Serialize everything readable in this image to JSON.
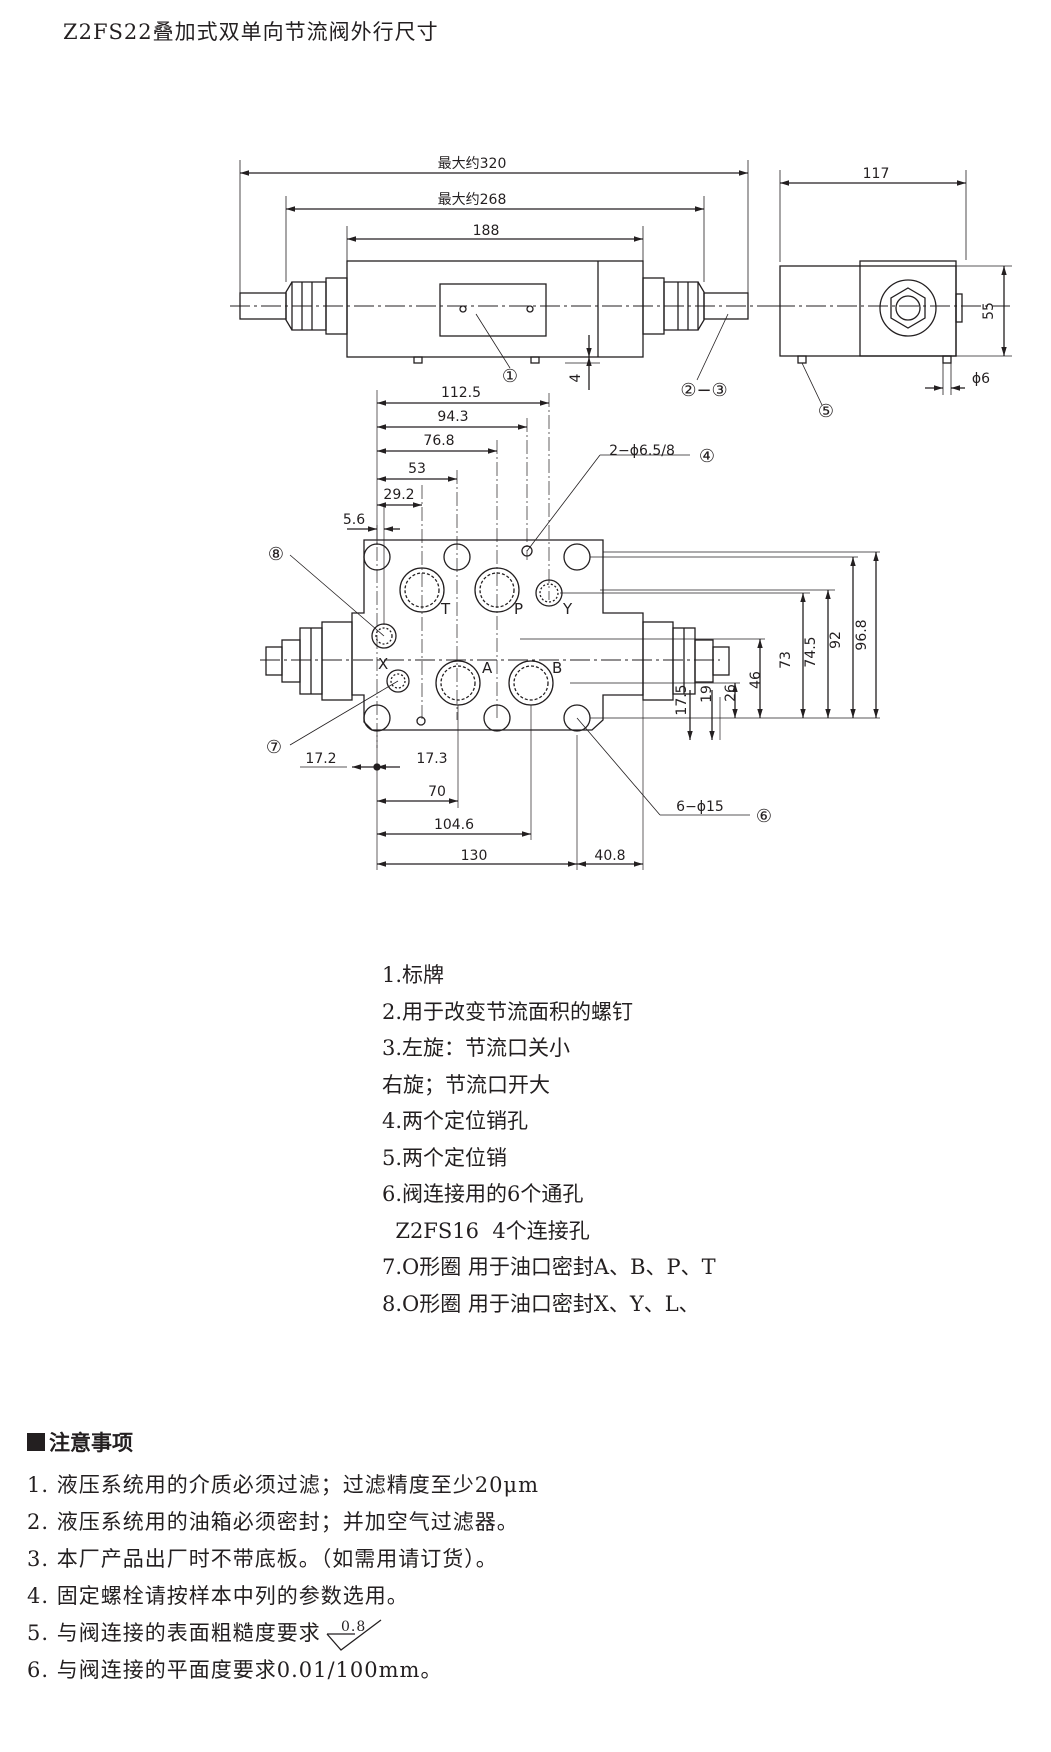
{
  "title": "Z2FS22叠加式双单向节流阀外行尺寸",
  "dimensions": {
    "max320": "最大约320",
    "max268": "最大约268",
    "d188": "188",
    "d117": "117",
    "d55": "55",
    "d4": "4",
    "phi6": "ϕ6",
    "d112_5": "112.5",
    "d94_3": "94.3",
    "d76_8": "76.8",
    "d53": "53",
    "d29_2": "29.2",
    "d5_6": "5.6",
    "holes_pin": "2−ϕ6.5/8",
    "d17_2": "17.2",
    "d17_3": "17.3",
    "d70": "70",
    "d104_6": "104.6",
    "d130": "130",
    "d40_8": "40.8",
    "holes_through": "6−ϕ15",
    "v17_5": "17.5",
    "v19": "19",
    "v26": "26",
    "v46": "46",
    "v73": "73",
    "v74_5": "74.5",
    "v92": "92",
    "v96_8": "96.8"
  },
  "port_labels": {
    "T": "T",
    "P": "P",
    "Y": "Y",
    "X": "X",
    "A": "A",
    "B": "B"
  },
  "callouts": {
    "c1": "①",
    "c23": "②−③",
    "c4": "④",
    "c5": "⑤",
    "c6": "⑥",
    "c7": "⑦",
    "c8": "⑧"
  },
  "notes": [
    "1.标牌",
    "2.用于改变节流面积的螺钉",
    "3.左旋：节流口关小",
    "右旋；节流口开大",
    "4.两个定位销孔",
    "5.两个定位销",
    "6.阀连接用的6个通孔",
    "  Z2FS16  4个连接孔",
    "7.O形圈 用于油口密封A、B、P、T",
    "8.O形圈 用于油口密封X、Y、L、"
  ],
  "caution": {
    "title": "注意事项",
    "items": [
      "1. 液压系统用的介质必须过滤；过滤精度至少20μm",
      "2. 液压系统用的油箱必须密封；并加空气过滤器。",
      "3. 本厂产品出厂时不带底板。（如需用请订货）。",
      "4. 固定螺栓请按样本中列的参数选用。",
      "5. 与阀连接的表面粗糙度要求",
      "6. 与阀连接的平面度要求0.01/100mm。"
    ],
    "roughness": "0.8"
  }
}
